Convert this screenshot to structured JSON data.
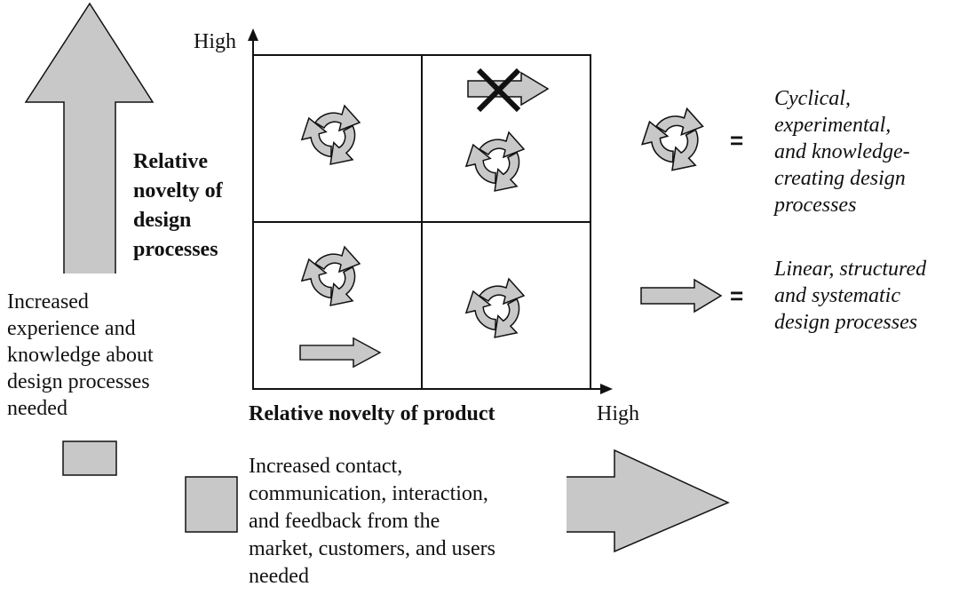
{
  "axis": {
    "y_high_label": "High",
    "x_high_label": "High",
    "y_title": [
      "Relative",
      "novelty of",
      "design",
      "processes"
    ],
    "x_title": "Relative novelty of product"
  },
  "left_panel": {
    "text": [
      "Increased",
      "experience and",
      "knowledge about",
      "design processes",
      "needed"
    ]
  },
  "bottom_panel": {
    "text": [
      "Increased contact,",
      "communication, interaction,",
      "and feedback from the",
      "market, customers, and users",
      "needed"
    ]
  },
  "legend": {
    "cyclical": {
      "symbol": "=",
      "text": [
        "Cyclical,",
        "experimental,",
        "and knowledge-",
        "creating design",
        "processes"
      ]
    },
    "linear": {
      "symbol": "=",
      "text": [
        "Linear, structured",
        "and systematic",
        "design processes"
      ]
    }
  },
  "colors": {
    "fill": "#c8c8c8",
    "stroke": "#111111"
  }
}
